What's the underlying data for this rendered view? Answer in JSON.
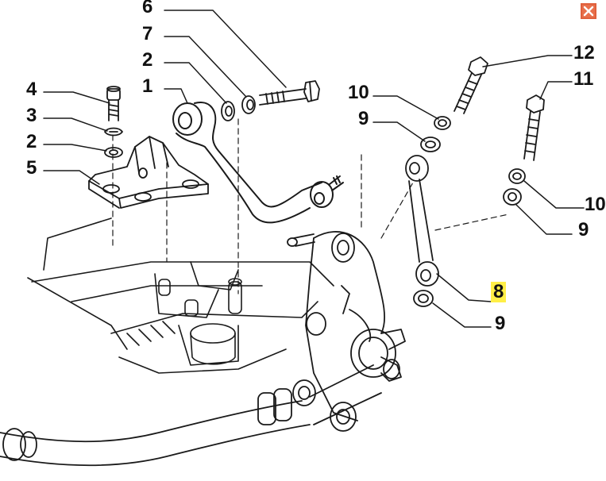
{
  "diagram": {
    "callouts": {
      "c6": "6",
      "c7": "7",
      "c2a": "2",
      "c1": "1",
      "c4": "4",
      "c3": "3",
      "c2b": "2",
      "c5": "5",
      "c10a": "10",
      "c9a": "9",
      "c12": "12",
      "c11": "11",
      "c10b": "10",
      "c9b": "9",
      "c8": "8",
      "c9c": "9"
    },
    "highlighted_callout": "8",
    "highlight_color": "#ffef47"
  },
  "window": {
    "close_icon": "close-icon",
    "close_color": "#e0603c"
  }
}
